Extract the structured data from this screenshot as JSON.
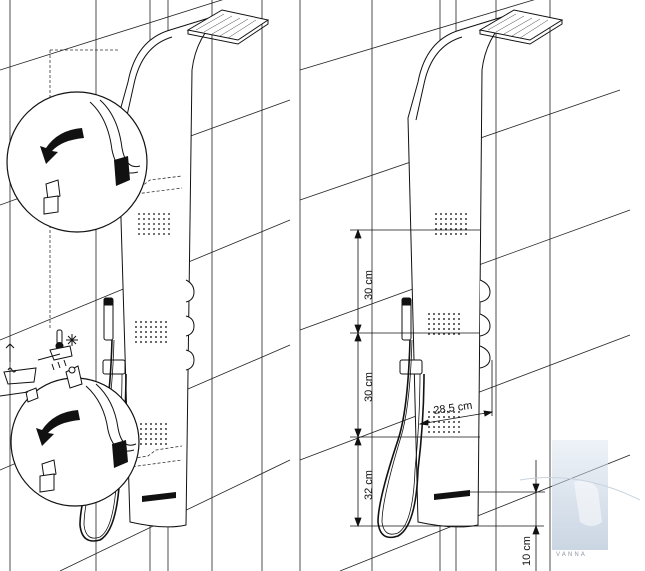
{
  "dimensions": {
    "upper_spacing": "30 cm",
    "middle_spacing": "30 cm",
    "lower_spacing": "32 cm",
    "panel_depth": "28,5 cm",
    "floor_gap": "10 cm"
  },
  "icons": [
    "rotate-arrow-icon",
    "shower-head-icon",
    "thermometer-cold-icon",
    "bath-fill-icon",
    "diverter-valve-icon"
  ],
  "watermark": "VANNA"
}
